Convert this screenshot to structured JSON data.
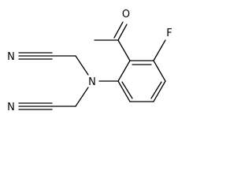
{
  "molecule": {
    "atoms": {
      "oxygen": "O",
      "fluorine": "F",
      "nitrogen": "N",
      "nitrile_top": "N",
      "nitrile_bottom": "N"
    },
    "colors": {
      "bond": "#000000",
      "label": "#000000",
      "background": "#ffffff"
    }
  }
}
